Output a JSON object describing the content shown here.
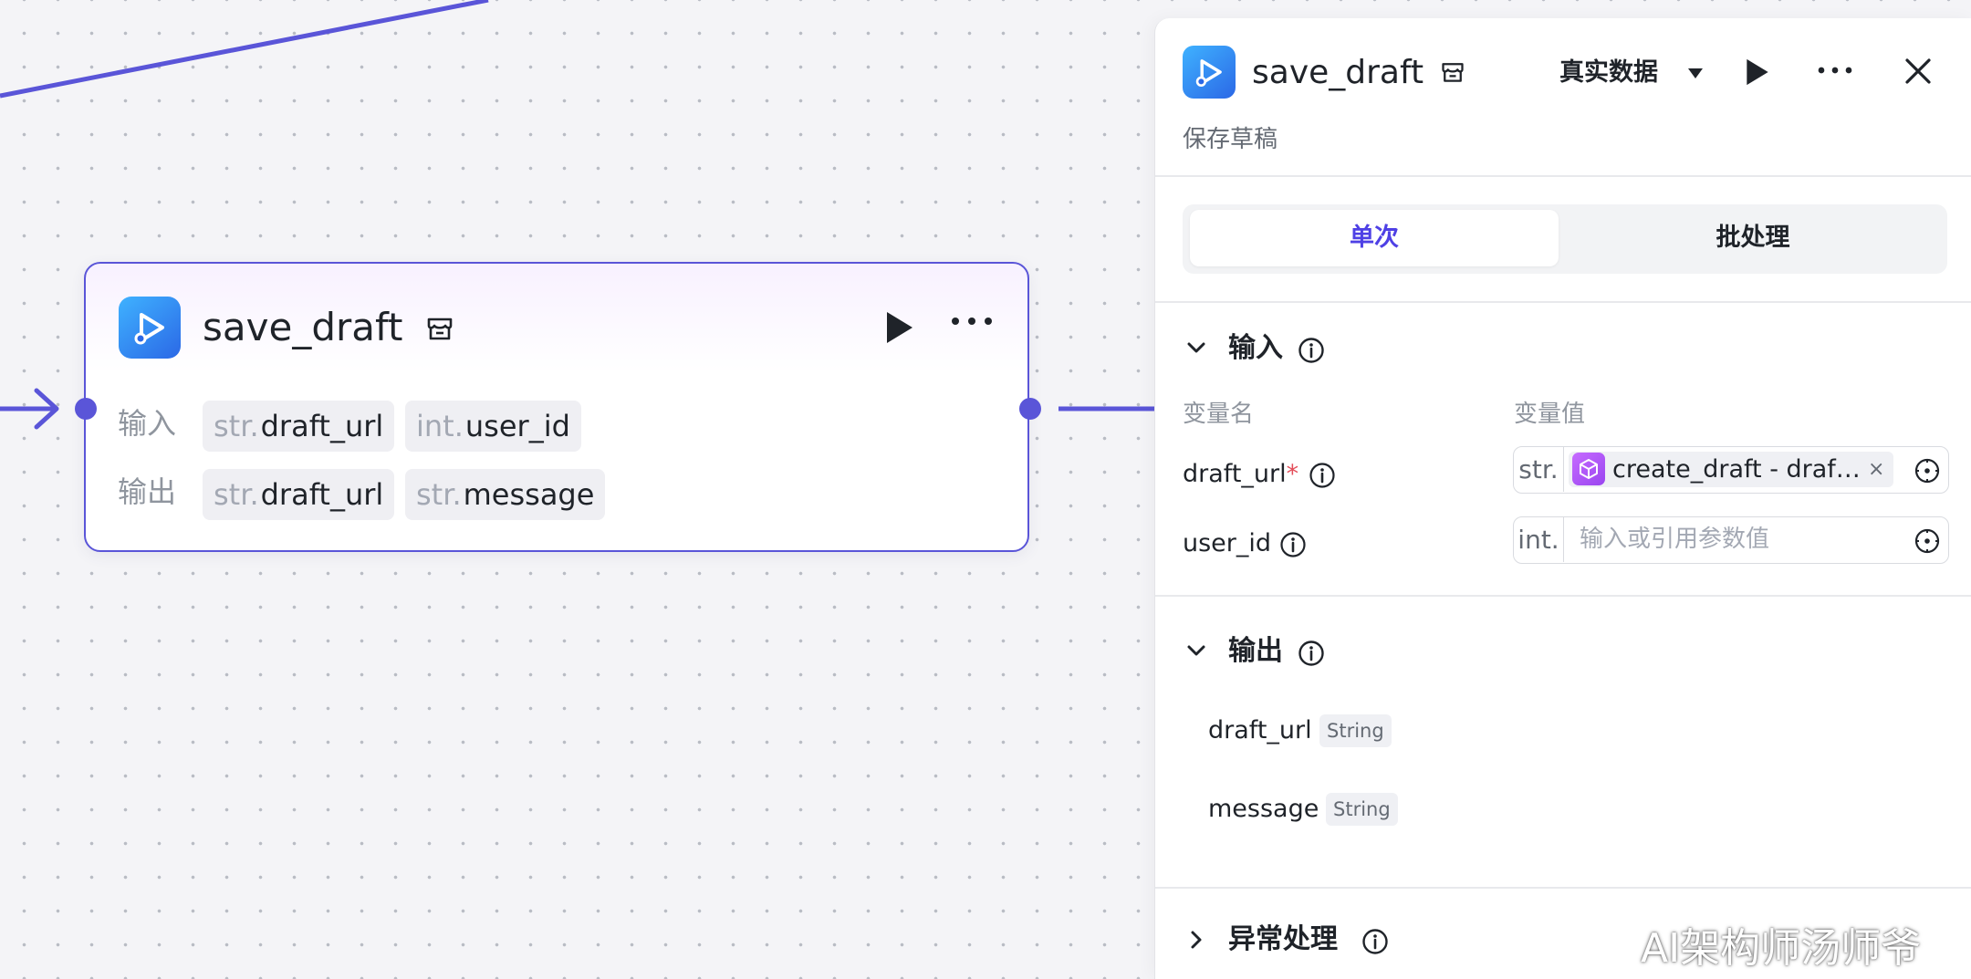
{
  "node": {
    "title": "save_draft",
    "input_label": "输入",
    "output_label": "输出",
    "inputs": [
      {
        "type": "str.",
        "name": "draft_url"
      },
      {
        "type": "int.",
        "name": "user_id"
      }
    ],
    "outputs": [
      {
        "type": "str.",
        "name": "draft_url"
      },
      {
        "type": "str.",
        "name": "message"
      }
    ]
  },
  "panel": {
    "title": "save_draft",
    "data_mode": "真实数据",
    "description": "保存草稿",
    "tabs": [
      {
        "label": "单次",
        "active": true
      },
      {
        "label": "批处理",
        "active": false
      }
    ],
    "input_section": {
      "title": "输入",
      "col_name": "变量名",
      "col_value": "变量值",
      "rows": [
        {
          "name": "draft_url",
          "required_mark": "*",
          "type": "str.",
          "ref": "create_draft - draf…",
          "clear": "×"
        },
        {
          "name": "user_id",
          "type": "int.",
          "placeholder": "输入或引用参数值"
        }
      ]
    },
    "output_section": {
      "title": "输出",
      "rows": [
        {
          "name": "draft_url",
          "type": "String"
        },
        {
          "name": "message",
          "type": "String"
        }
      ]
    },
    "error_section": {
      "title": "异常处理"
    }
  },
  "watermark": "AI架构师汤师爷",
  "colors": {
    "accent": "#5a55d8",
    "tab_active": "#4e40e5",
    "required": "#e34d59"
  }
}
